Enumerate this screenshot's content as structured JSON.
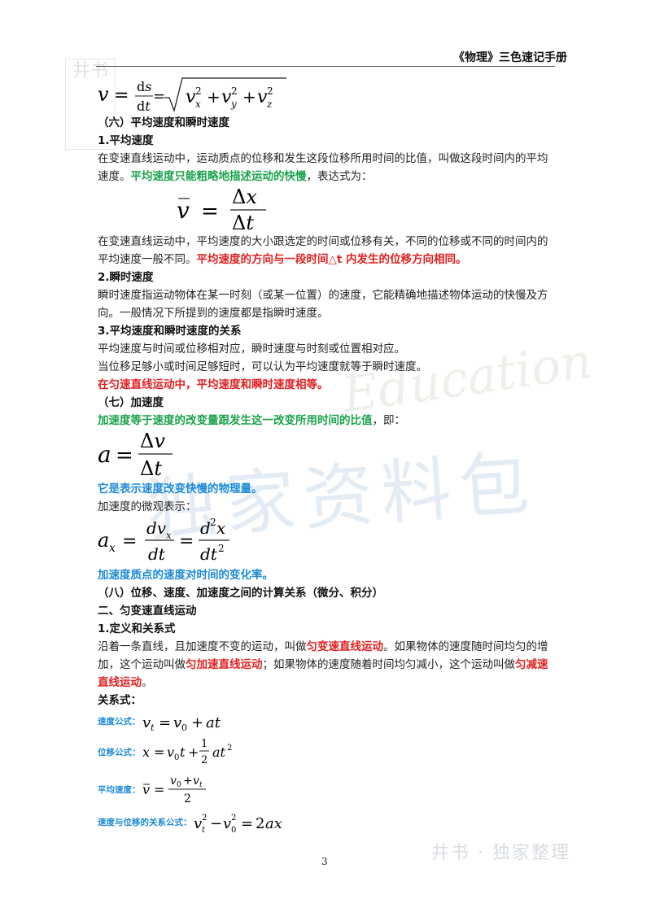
{
  "header": {
    "title": "《物理》三色速记手册"
  },
  "watermarks": {
    "seal_text": "井书",
    "big": "独家资料包",
    "script": "Education",
    "footer": "井书 · 独家整理"
  },
  "content": {
    "f_speed": "v = ds/dt = √(vx² + vy² + vz²)",
    "s6_title": "（六）平均速度和瞬时速度",
    "s6_1_title": "1.平均速度",
    "s6_1_p1a": "在变速直线运动中，运动质点的位移和发生这段位移所用时间的比值，叫做这段时间内的平均速度。",
    "s6_1_p1_green": "平均速度只能粗略地描述运动的快慢",
    "s6_1_p1b": "，表达式为：",
    "f_avg": "v̄ = Δx/Δt",
    "s6_1_p2a": "在变速直线运动中，平均速度的大小跟选定的时间或位移有关，不同的位移或不同的时间内的平均速度一般不同。",
    "s6_1_p2_red": "平均速度的方向与一段时间△t 内发生的位移方向相同。",
    "s6_2_title": "2.瞬时速度",
    "s6_2_p": "瞬时速度指运动物体在某一时刻（或某一位置）的速度，它能精确地描述物体运动的快慢及方向。一般情况下所提到的速度都是指瞬时速度。",
    "s6_3_title": "3.平均速度和瞬时速度的关系",
    "s6_3_p1": "平均速度与时间或位移相对应，瞬时速度与时刻或位置相对应。",
    "s6_3_p2": "当位移足够小或时间足够短时，可以认为平均速度就等于瞬时速度。",
    "s6_3_red": "在匀速直线运动中，平均速度和瞬时速度相等。",
    "s7_title": "（七）加速度",
    "s7_green": "加速度等于速度的改变量跟发生这一改变所用时间的比值",
    "s7_green_tail": "，即：",
    "f_acc": "a = Δv/Δt",
    "s7_blue1": "它是表示速度改变快慢的物理量。",
    "s7_micro": "加速度的微观表示：",
    "f_accx": "ax = dvx/dt = d²x/dt²",
    "s7_blue2": "加速度质点的速度对时间的变化率。",
    "s8_title": "（八）位移、速度、加速度之间的计算关系（微分、积分）",
    "s2_title": "二、匀变速直线运动",
    "s2_1_title": "1.定义和关系式",
    "s2_1_p_a": "沿着一条直线，且加速度不变的运动，叫做",
    "s2_1_red1": "匀变速直线运动",
    "s2_1_p_b": "。如果物体的速度随时间均匀的增加，这个运动叫做",
    "s2_1_red2": "匀加速直线运动",
    "s2_1_p_c": "；如果物体的速度随着时间均匀减小，这个运动叫做",
    "s2_1_red3": "匀减速直线运动",
    "s2_1_p_d": "。",
    "rel_title": "关系式：",
    "rel1_label": "速度公式：",
    "rel1": "vt = v0 + at",
    "rel2_label": "位移公式：",
    "rel2": "x = v0t + ½at²",
    "rel3_label": "平均速度：",
    "rel3": "v̄ = (v0 + vt)/2",
    "rel4_label": "速度与位移的关系公式：",
    "rel4": "vt² − v0² = 2ax"
  },
  "footer": {
    "page_number": "3"
  }
}
